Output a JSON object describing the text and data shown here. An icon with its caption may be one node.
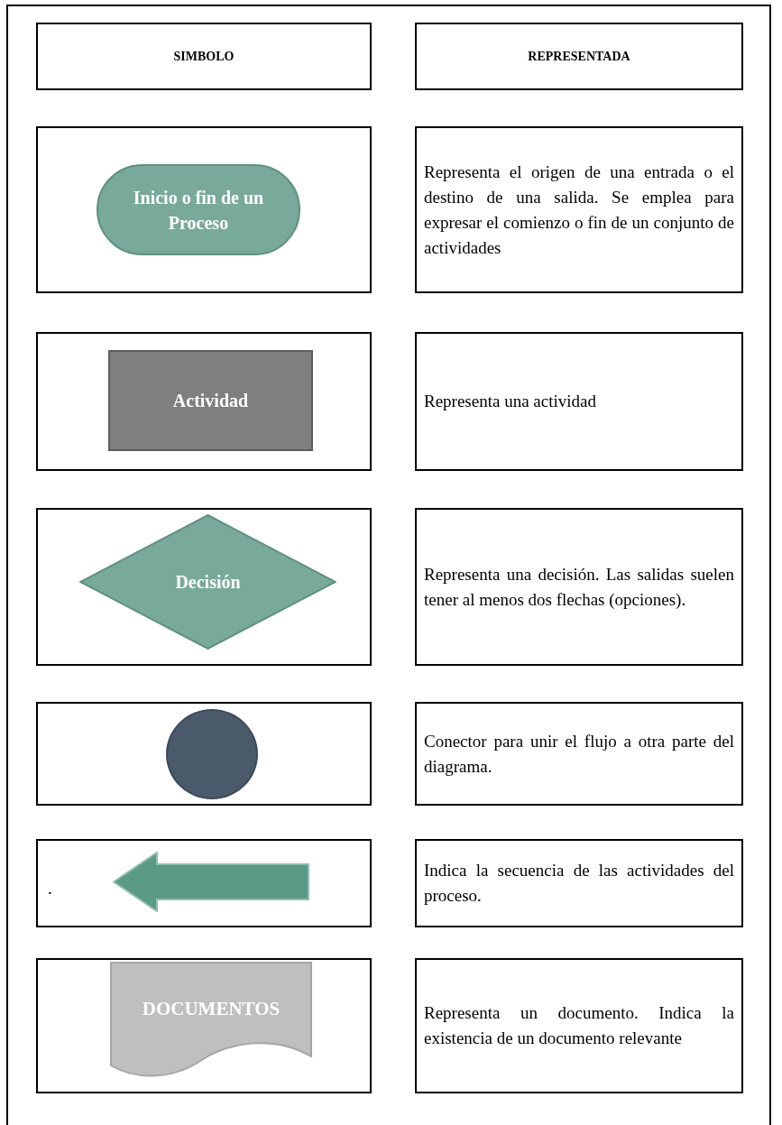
{
  "diagram": {
    "nodes": [
      {
        "text": [],
        "shape": "box"
      },
      {
        "text": [
          "SIMBOLO"
        ],
        "in": 0
      },
      {
        "text": [
          "REPRESENTADA"
        ],
        "in": 0
      },
      {
        "text": [],
        "shape": "box",
        "in": 0
      },
      {
        "text": [
          "Inicio o fin de un Proceso"
        ],
        "in": 3
      },
      {
        "text": [
          "Representa el origen de una entrada o el destino de una salida. Se emplea para expresar el comienzo o fin de un conjunto de actividades"
        ],
        "in": 0
      },
      {
        "text": [],
        "shape": "box",
        "in": 0
      },
      {
        "text": [
          "Actividad"
        ],
        "in": 6
      },
      {
        "text": [
          "Representa una actividad"
        ],
        "in": 0
      },
      {
        "text": [],
        "shape": "box",
        "in": 0
      },
      {
        "text": [
          "Decisión"
        ],
        "in": 9
      },
      {
        "text": [
          "Representa una decisión. Las salidas suelen tener al menos dos flechas (opciones)."
        ],
        "in": 0
      },
      {
        "text": [],
        "shape": "box",
        "in": 0
      },
      {
        "text": [],
        "shape": "circle",
        "in": 12
      },
      {
        "text": [
          "Conector para unir el flujo a otra parte del diagrama."
        ],
        "in": 0
      },
      {
        "text": [
          "."
        ],
        "in": 0
      },
      {
        "text": [],
        "shape": "arrow",
        "in": 15
      },
      {
        "text": [
          "Indica la secuencia de las actividades del proceso."
        ],
        "in": 0
      },
      {
        "text": [],
        "shape": "box",
        "in": 0
      },
      {
        "text": [
          "DOCUMENTOS"
        ],
        "in": 18
      },
      {
        "text": [
          "Representa un documento. Indica la existencia de un documento relevante"
        ],
        "in": 0
      }
    ]
  }
}
